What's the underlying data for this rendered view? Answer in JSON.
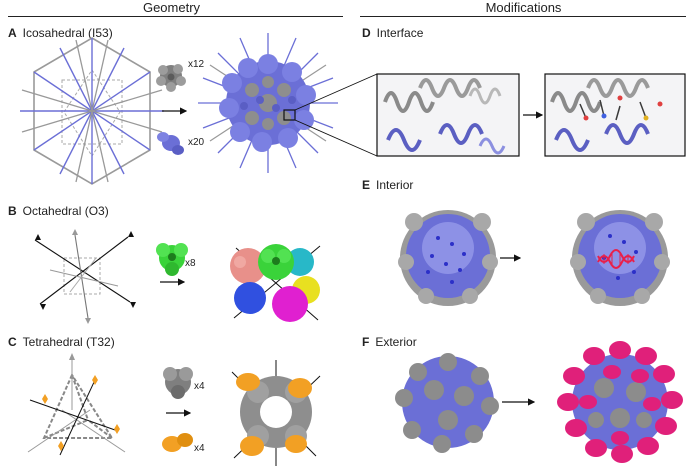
{
  "headers": {
    "geometry": "Geometry",
    "modifications": "Modifications"
  },
  "panels": {
    "A": {
      "letter": "A",
      "title": "Icosahedral (I53)",
      "counts": [
        "x12",
        "x20"
      ]
    },
    "B": {
      "letter": "B",
      "title": "Octahedral (O3)",
      "counts": [
        "x8"
      ]
    },
    "C": {
      "letter": "C",
      "title": "Tetrahedral (T32)",
      "counts": [
        "x4",
        "x4"
      ]
    },
    "D": {
      "letter": "D",
      "title": "Interface"
    },
    "E": {
      "letter": "E",
      "title": "Interior"
    },
    "F": {
      "letter": "F",
      "title": "Exterior"
    }
  },
  "colors": {
    "blue": "#6b6fd6",
    "gray": "#8c8c8c",
    "green": "#3ad33a",
    "orange": "#f2a024",
    "magenta": "#e0207a",
    "red": "#e8204a"
  }
}
